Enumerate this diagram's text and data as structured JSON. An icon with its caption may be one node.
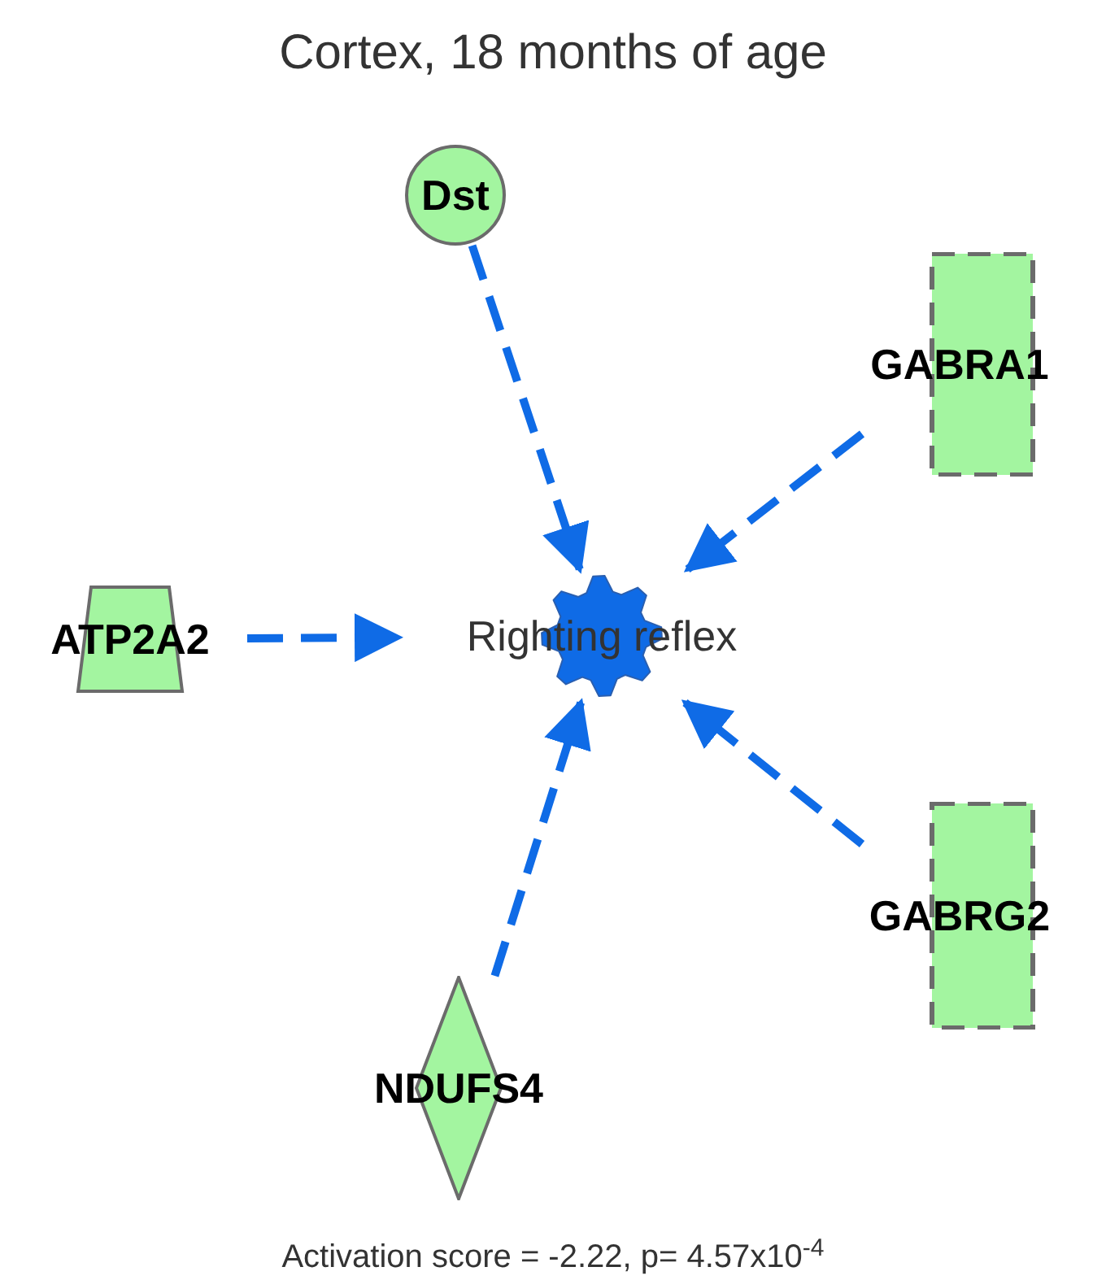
{
  "diagram": {
    "title": "Cortex, 18 months of age",
    "nodes": [
      {
        "text": [
          "Dst"
        ]
      },
      {
        "text": [
          "GABRA1"
        ]
      },
      {
        "text": [
          "ATP2A2"
        ]
      },
      {
        "text": [
          "Righting reflex"
        ]
      },
      {
        "text": [
          "GABRG2"
        ]
      },
      {
        "text": [
          "NDUFS4"
        ]
      }
    ],
    "edges": [
      {
        "from": 0,
        "to": 3,
        "arrow": "to",
        "style": "dashed"
      },
      {
        "from": 1,
        "to": 3,
        "arrow": "to",
        "style": "dashed"
      },
      {
        "from": 2,
        "to": 3,
        "arrow": "to",
        "style": "dashed"
      },
      {
        "from": 5,
        "to": 3,
        "arrow": "to",
        "style": "dashed"
      },
      {
        "from": 4,
        "to": 3,
        "arrow": "to",
        "style": "dashed"
      }
    ],
    "caption": "Activation score = -2.22, p= 4.57x10$^{-4}$"
  }
}
